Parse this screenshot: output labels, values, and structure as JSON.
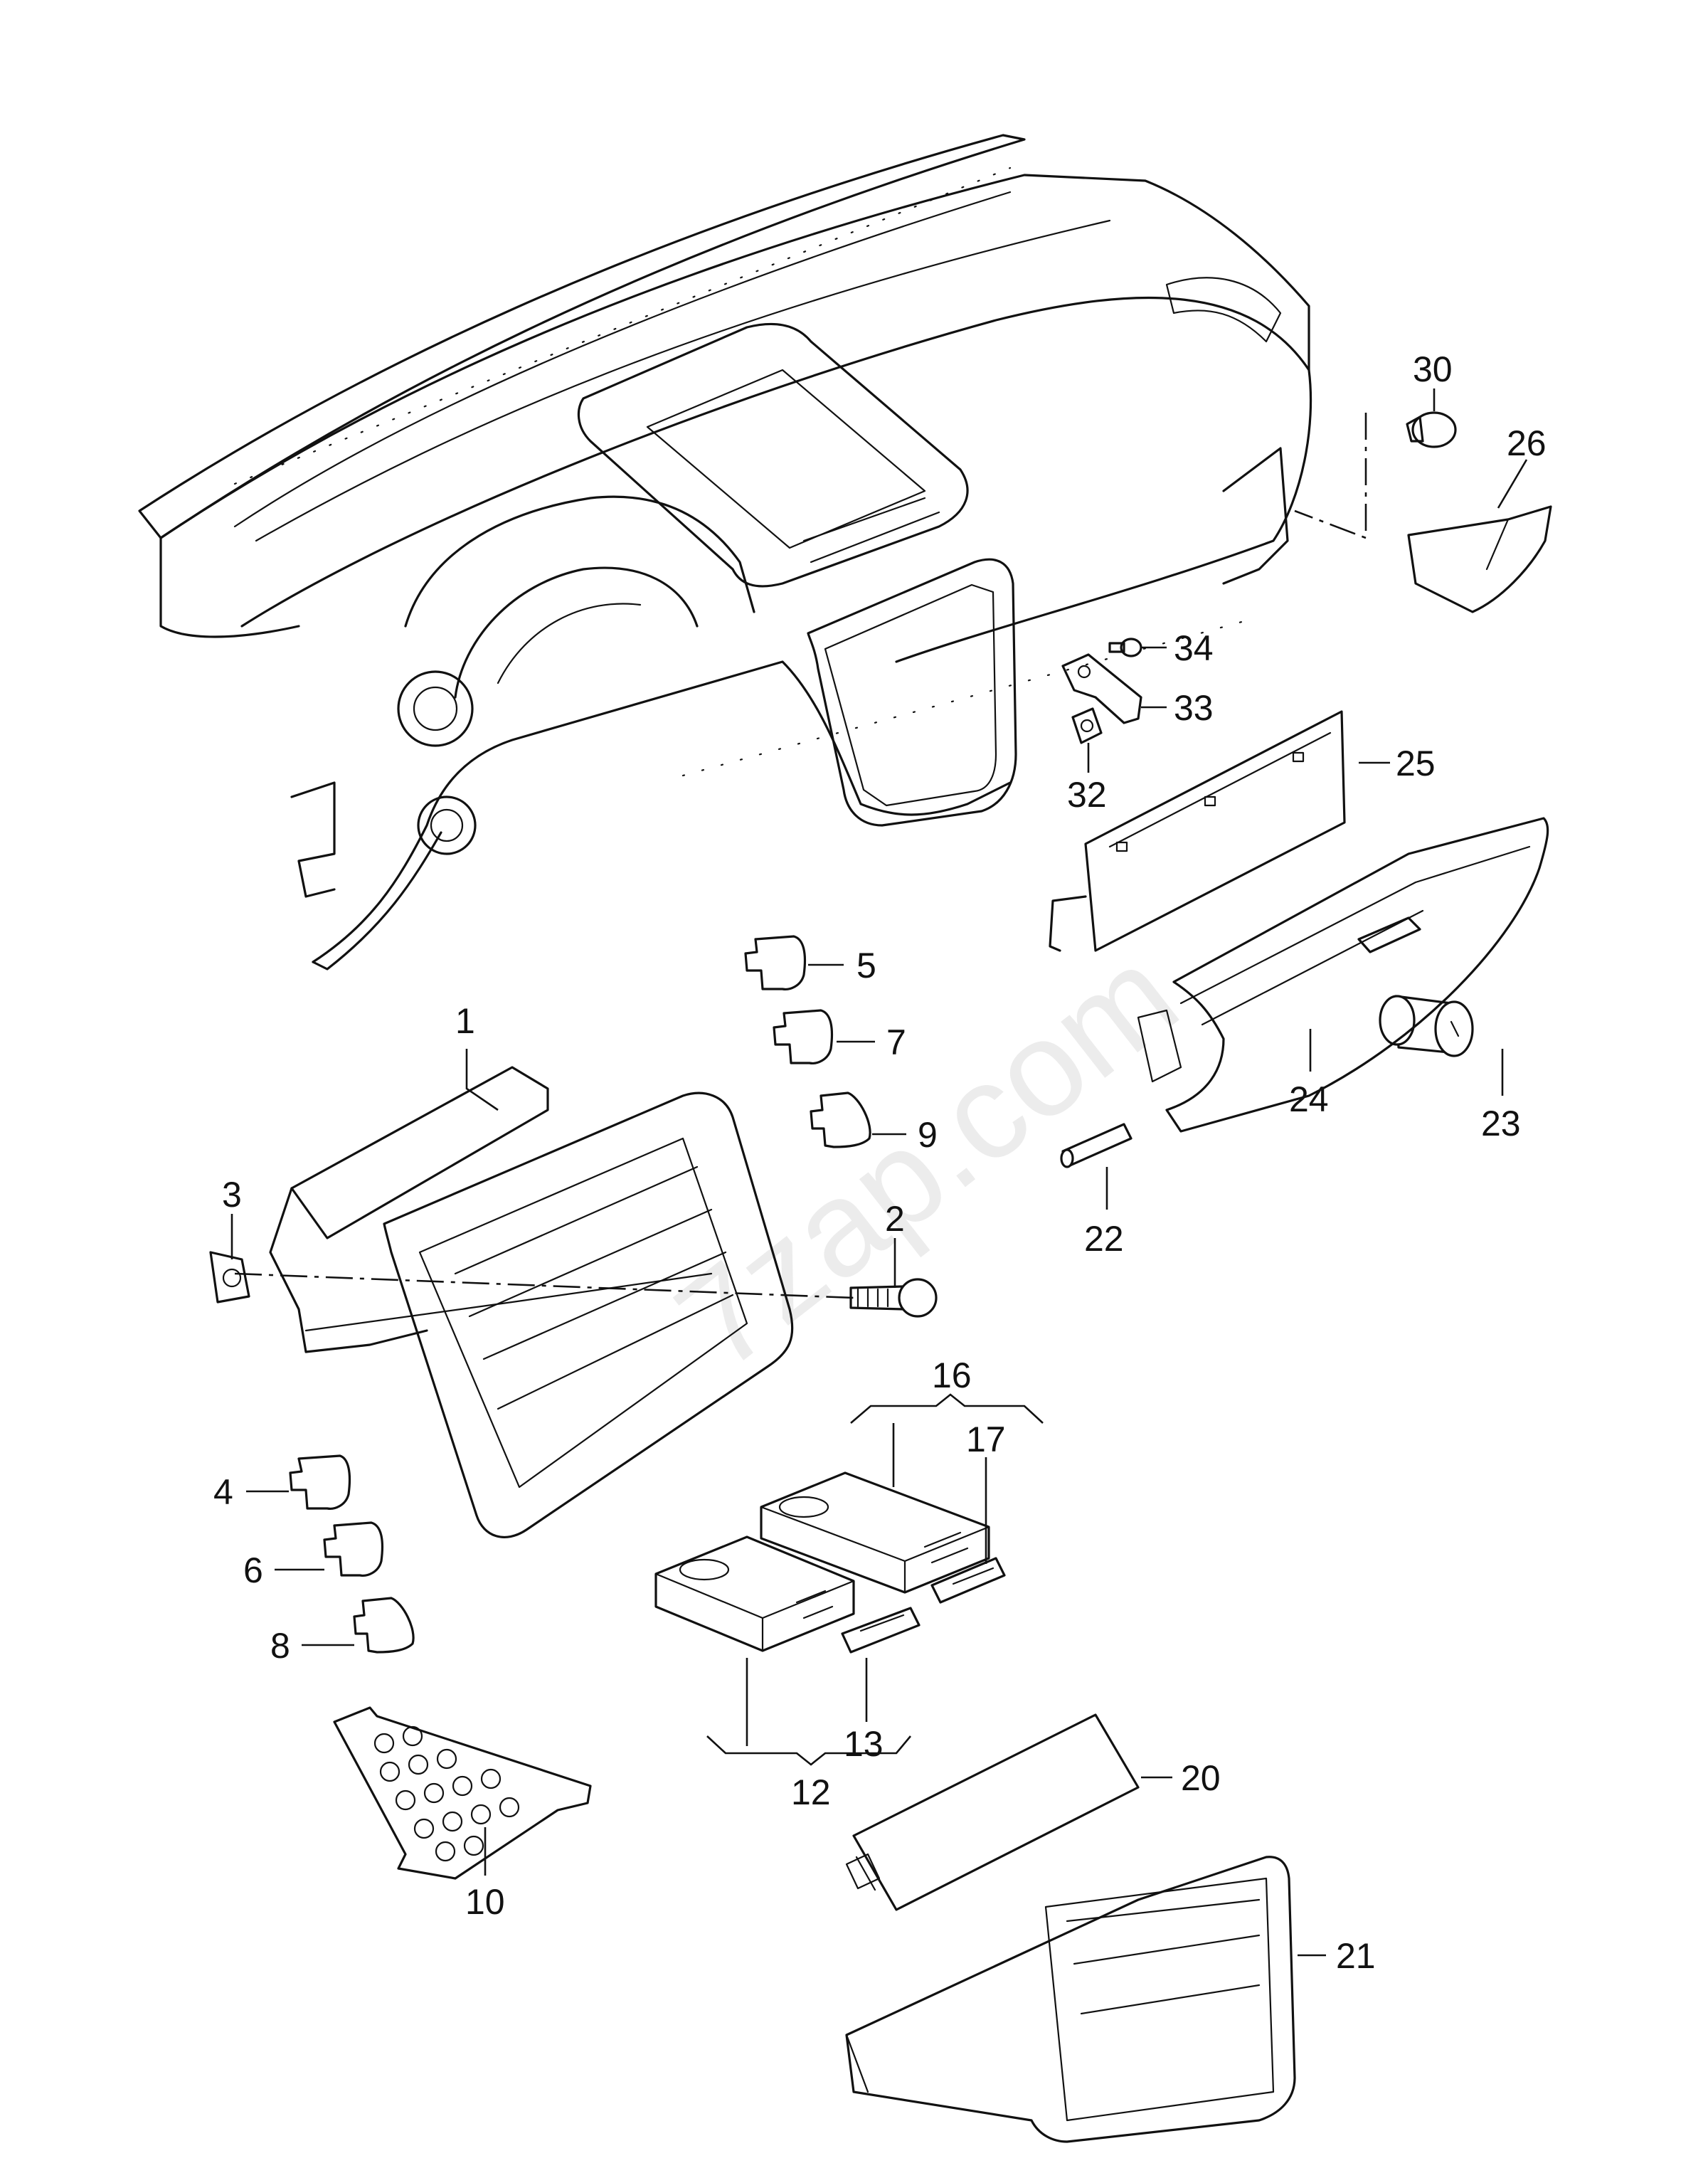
{
  "watermark": "7zap.com",
  "callouts": {
    "c1": "1",
    "c2": "2",
    "c3": "3",
    "c4": "4",
    "c5": "5",
    "c6": "6",
    "c7": "7",
    "c8": "8",
    "c9": "9",
    "c10": "10",
    "c12": "12",
    "c13": "13",
    "c16": "16",
    "c17": "17",
    "c20": "20",
    "c21": "21",
    "c22": "22",
    "c23": "23",
    "c24": "24",
    "c25": "25",
    "c26": "26",
    "c30": "30",
    "c32": "32",
    "c33": "33",
    "c34": "34"
  }
}
